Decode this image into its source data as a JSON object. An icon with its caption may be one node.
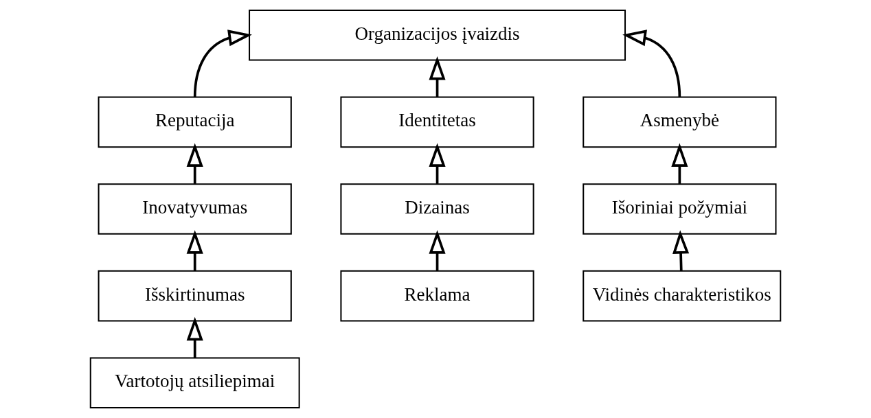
{
  "diagram": {
    "nodes": [
      {
        "text": [
          "Organizacijos įvaizdis"
        ]
      },
      {
        "text": [
          "Reputacija"
        ]
      },
      {
        "text": [
          "Identitetas"
        ]
      },
      {
        "text": [
          "Asmenybė"
        ]
      },
      {
        "text": [
          "Inovatyvumas"
        ]
      },
      {
        "text": [
          "Dizainas"
        ]
      },
      {
        "text": [
          "Išoriniai požymiai"
        ]
      },
      {
        "text": [
          "Išskirtinumas"
        ]
      },
      {
        "text": [
          "Reklama"
        ]
      },
      {
        "text": [
          "Vidinės charakteristikos"
        ]
      },
      {
        "text": [
          "Vartotojų atsiliepimai"
        ]
      }
    ],
    "edges": [
      {
        "from": 1,
        "to": 0,
        "arrow": "to"
      },
      {
        "from": 2,
        "to": 0,
        "arrow": "to"
      },
      {
        "from": 3,
        "to": 0,
        "arrow": "to"
      },
      {
        "from": 4,
        "to": 1,
        "arrow": "to"
      },
      {
        "from": 5,
        "to": 2,
        "arrow": "to"
      },
      {
        "from": 6,
        "to": 3,
        "arrow": "to"
      },
      {
        "from": 7,
        "to": 4,
        "arrow": "to"
      },
      {
        "from": 8,
        "to": 5,
        "arrow": "to"
      },
      {
        "from": 9,
        "to": 6,
        "arrow": "to"
      },
      {
        "from": 10,
        "to": 7,
        "arrow": "to"
      }
    ]
  }
}
